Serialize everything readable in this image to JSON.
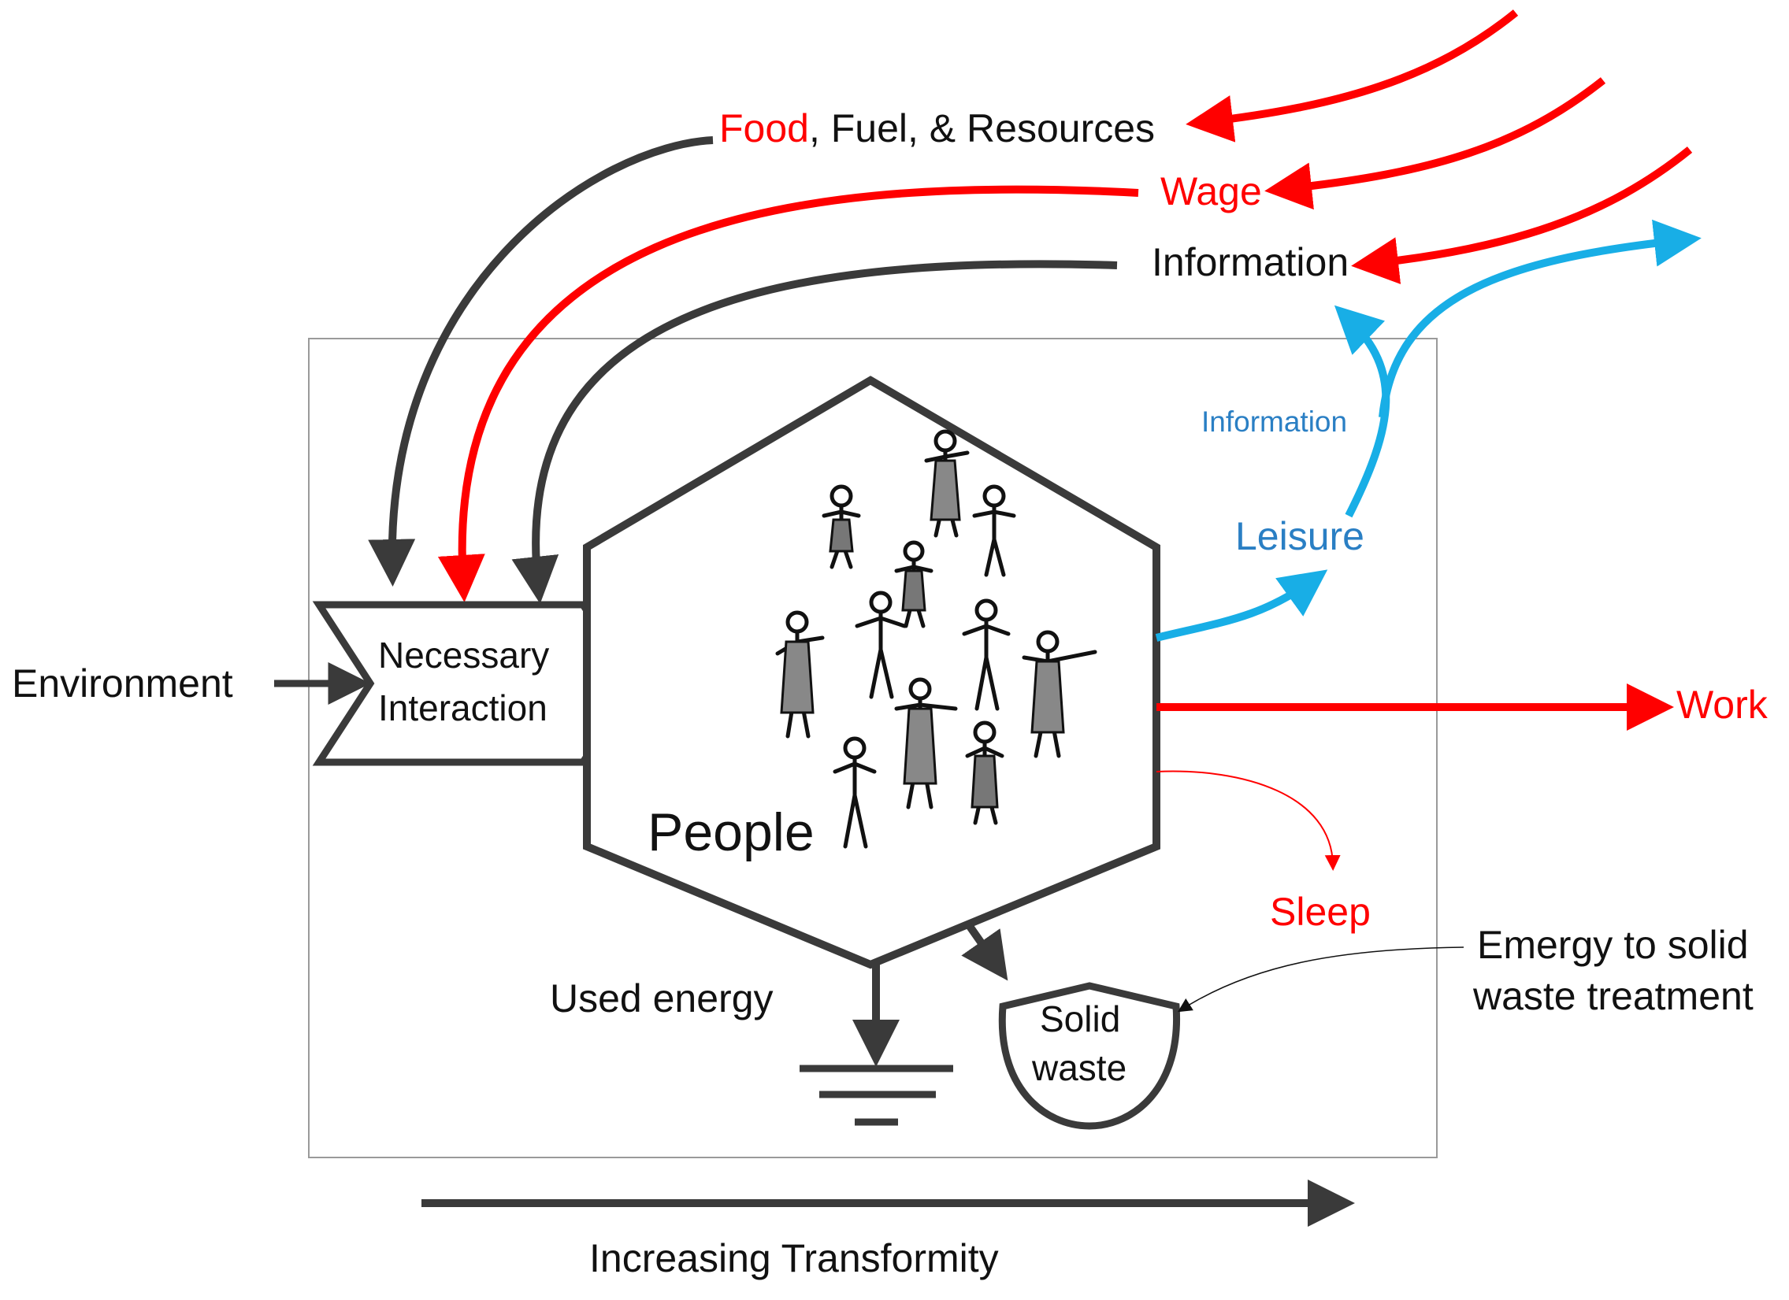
{
  "colors": {
    "dark": "#3a3a3a",
    "red": "#ff0000",
    "blue": "#18aee6",
    "label_blue": "#2a7fc4",
    "frame": "#9a9a9a"
  },
  "labels": {
    "food": "Food",
    "fuel_resources": ", Fuel, & Resources",
    "wage": "Wage",
    "information_top": "Information",
    "information_small": "Information",
    "leisure": "Leisure",
    "work": "Work",
    "sleep": "Sleep",
    "environment": "Environment",
    "necessary": "Necessary",
    "interaction": "Interaction",
    "people": "People",
    "used_energy": "Used energy",
    "solid": "Solid",
    "waste": "waste",
    "emergy_line1": "Emergy to solid",
    "emergy_line2": "waste treatment",
    "increasing_transformity": "Increasing Transformity"
  },
  "icons": {
    "people_group": "people-figures-icon",
    "energy_sink": "heat-sink-ground-icon"
  }
}
